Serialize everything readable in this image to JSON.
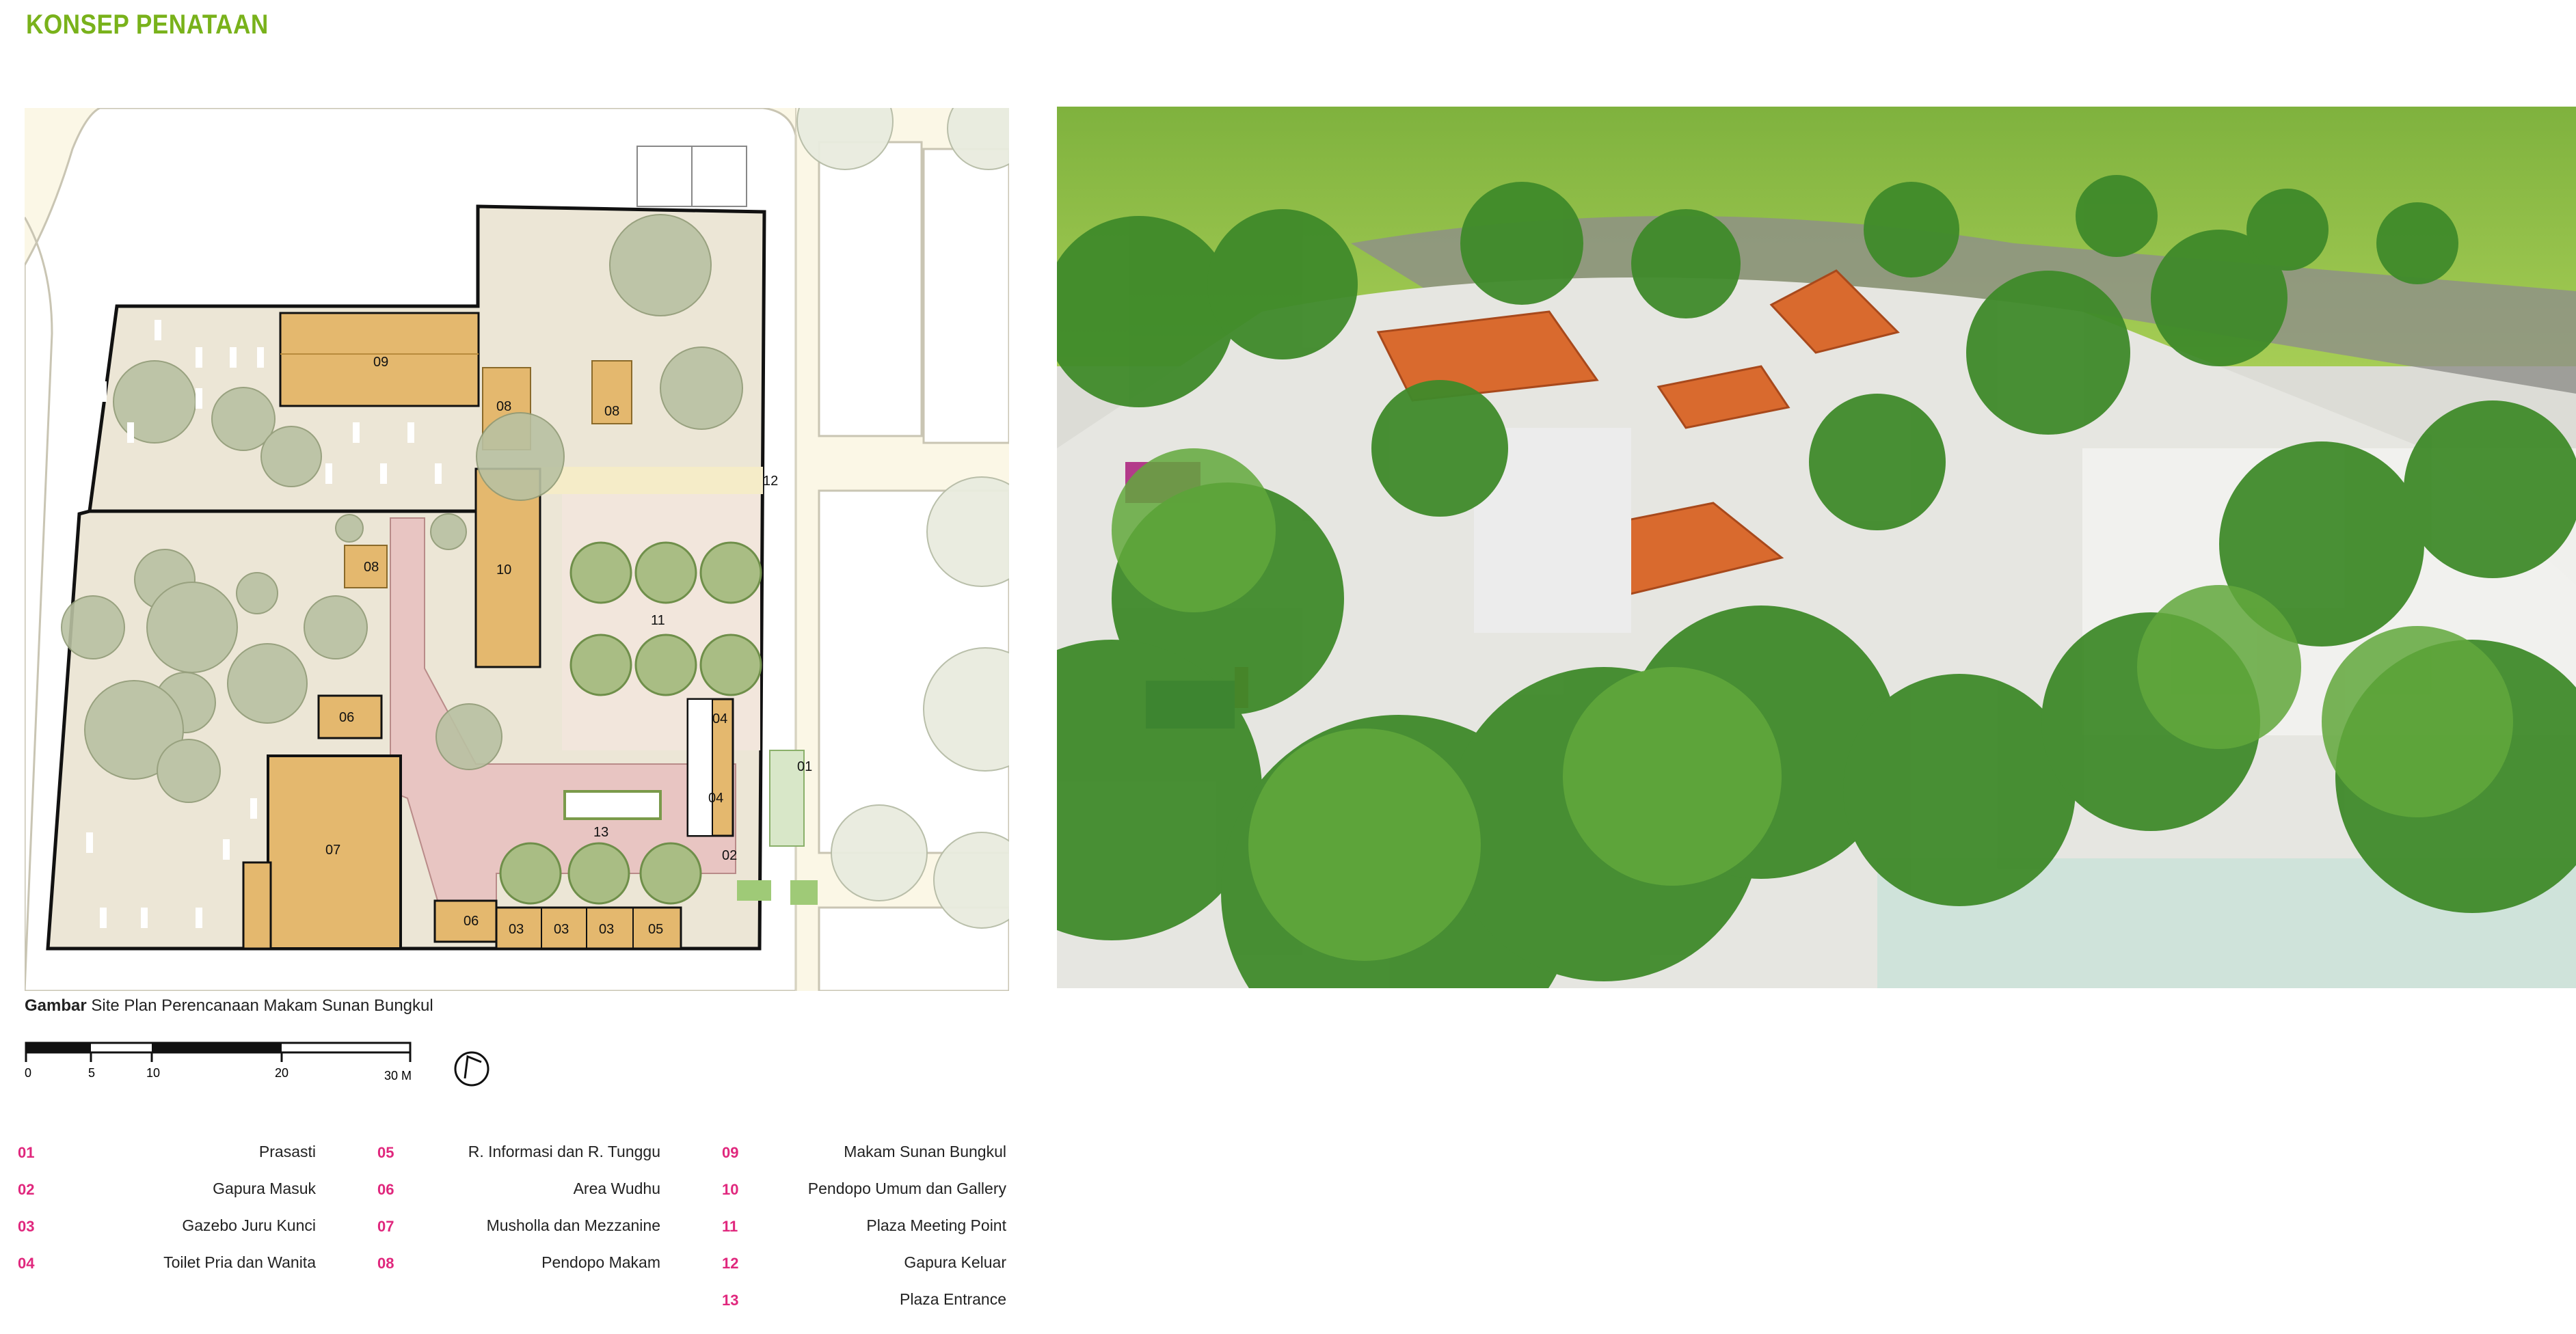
{
  "title": "KONSEP PENATAAN",
  "caption": {
    "bold": "Gambar",
    "text": " Site Plan Perencanaan Makam Sunan Bungkul"
  },
  "scale_bar": {
    "ticks": [
      "0",
      "5",
      "10",
      "20",
      "30 M"
    ]
  },
  "plan_numbers": {
    "n01": "01",
    "n02": "02",
    "n03a": "03",
    "n03b": "03",
    "n03c": "03",
    "n04a": "04",
    "n04b": "04",
    "n05": "05",
    "n06a": "06",
    "n06b": "06",
    "n07": "07",
    "n08a": "08",
    "n08b": "08",
    "n08c": "08",
    "n09": "09",
    "n10": "10",
    "n11": "11",
    "n12": "12",
    "n13": "13"
  },
  "legend": [
    {
      "num": "01",
      "label": "Prasasti"
    },
    {
      "num": "02",
      "label": "Gapura Masuk"
    },
    {
      "num": "03",
      "label": "Gazebo Juru Kunci"
    },
    {
      "num": "04",
      "label": "Toilet Pria dan Wanita"
    },
    {
      "num": "05",
      "label": "R. Informasi dan R. Tunggu"
    },
    {
      "num": "06",
      "label": "Area Wudhu"
    },
    {
      "num": "07",
      "label": "Musholla dan Mezzanine"
    },
    {
      "num": "08",
      "label": "Pendopo Makam"
    },
    {
      "num": "09",
      "label": "Makam Sunan Bungkul"
    },
    {
      "num": "10",
      "label": "Pendopo Umum dan Gallery"
    },
    {
      "num": "11",
      "label": "Plaza Meeting Point"
    },
    {
      "num": "12",
      "label": "Gapura Keluar"
    },
    {
      "num": "13",
      "label": "Plaza Entrance"
    }
  ],
  "colors": {
    "accent_title": "#79b21b",
    "legend_number": "#e0277d"
  }
}
